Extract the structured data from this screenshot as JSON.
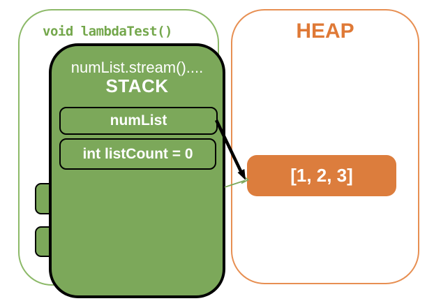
{
  "frame": {
    "function_label": "void lambdaTest()"
  },
  "stack": {
    "stream_label": "numList.stream()....",
    "title": "STACK",
    "slots": [
      {
        "label": "numList"
      },
      {
        "label": "int listCount = 0"
      }
    ]
  },
  "heap": {
    "title": "HEAP",
    "object_value": "[1, 2, 3]"
  },
  "colors": {
    "green-fill": "#7CA85A",
    "frame-green": "#8CB968",
    "lambda-green": "#74A74C",
    "orange-fill": "#DC7D3D",
    "frame-orange": "#E78F52",
    "orange-text": "#DF7936",
    "ink": "#000000"
  }
}
